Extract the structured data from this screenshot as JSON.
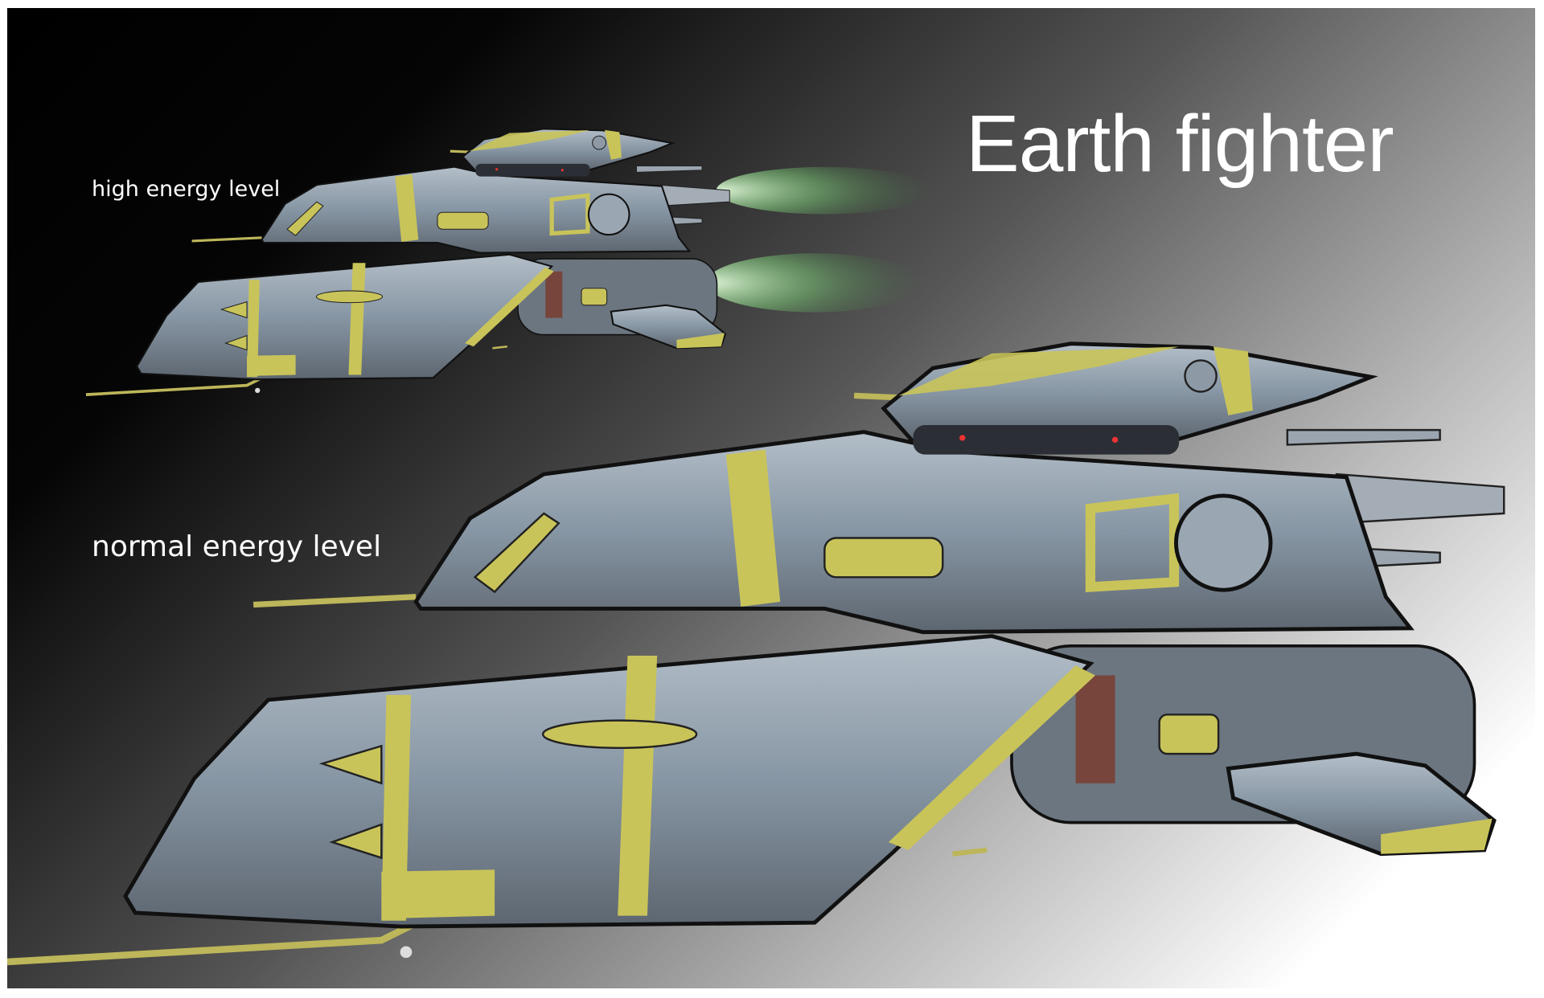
{
  "title": "Earth fighter",
  "labels": {
    "high": "high energy level",
    "normal": "normal energy level"
  },
  "colors": {
    "hull": "#8e9ba8",
    "stripe": "#c9c45a",
    "exhaust_glow": "#b8f0b0"
  }
}
